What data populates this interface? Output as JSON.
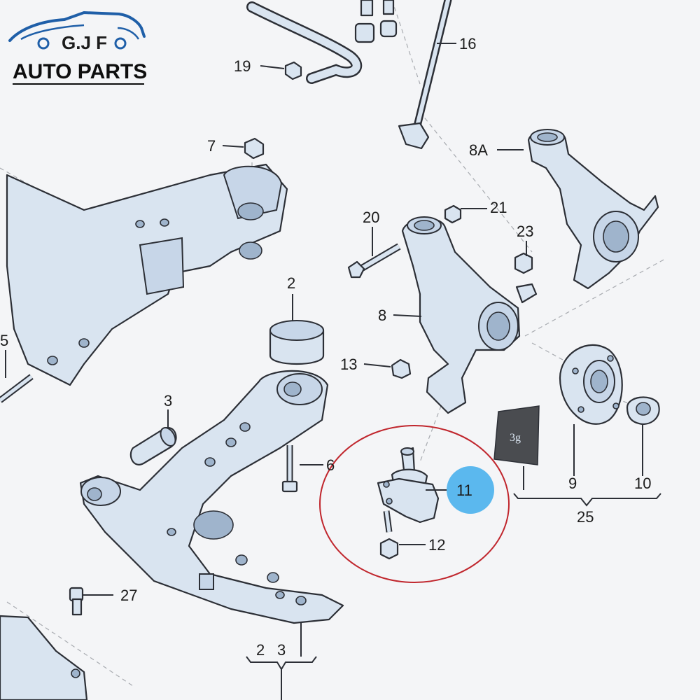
{
  "logo": {
    "brand": "G.J F",
    "tagline": "AUTO PARTS",
    "accent_color": "#1f5fa8"
  },
  "highlight": {
    "circle_color": "#c0262d",
    "badge_color": "#5bb8ee",
    "part_number": "11"
  },
  "labels": {
    "p2": "2",
    "p3": "3",
    "p5": "5",
    "p6": "6",
    "p7": "7",
    "p8": "8",
    "p8a": "8A",
    "p9": "9",
    "p10": "10",
    "p12": "12",
    "p13": "13",
    "p16": "16",
    "p19": "19",
    "p20": "20",
    "p21": "21",
    "p23": "23",
    "p25": "25",
    "p27": "27",
    "bottom_group_a": "2",
    "bottom_group_b": "3"
  },
  "grease_packet_text": "3g"
}
